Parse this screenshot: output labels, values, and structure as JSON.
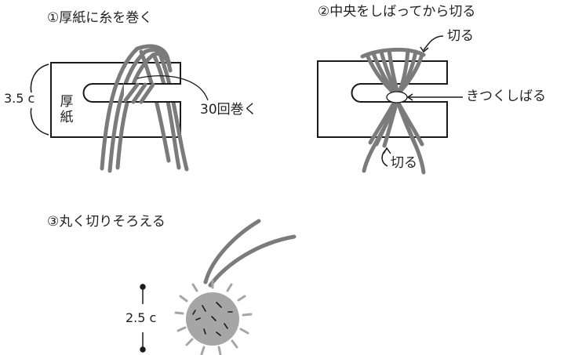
{
  "steps": [
    {
      "title": "①厚紙に糸を巻く"
    },
    {
      "title": "②中央をしばってから切る"
    },
    {
      "title": "③丸く切りそろえる"
    }
  ],
  "step1": {
    "height_label": "3.5 c",
    "card_label_line1": "厚",
    "card_label_line2": "紙",
    "wrap_count_label": "30回巻く"
  },
  "step2": {
    "cut_label_top": "切る",
    "tie_label": "きつくしばる",
    "cut_label_bottom": "切る"
  },
  "step3": {
    "diameter_label": "2.5 c"
  },
  "colors": {
    "yarn": "#7b7b7b",
    "pompom": "#a6a6a6",
    "line": "#1a1a1a"
  }
}
